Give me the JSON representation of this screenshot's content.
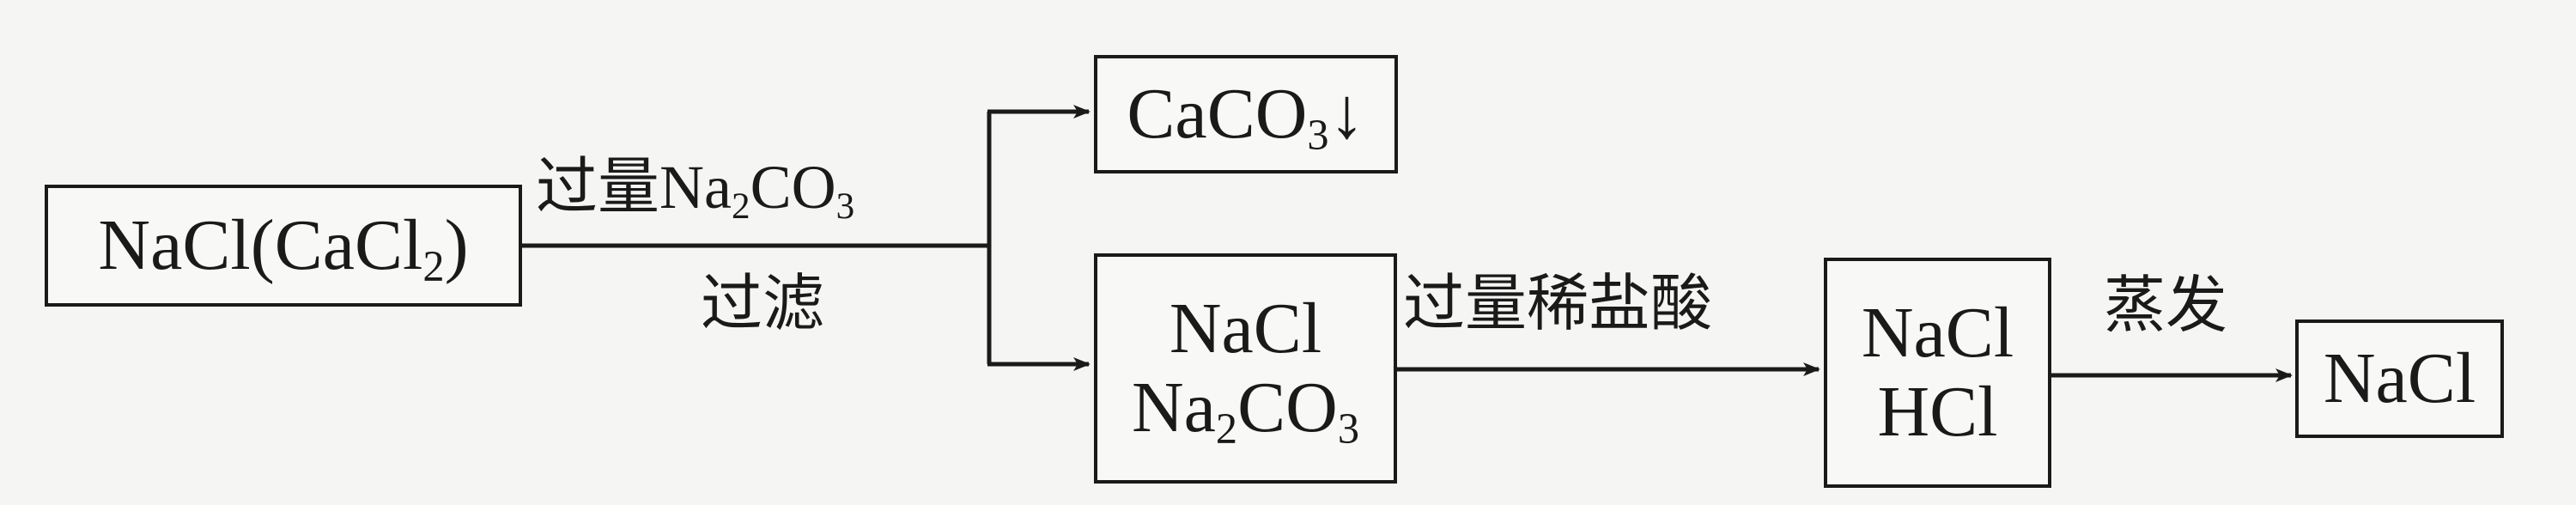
{
  "start": {
    "main": "NaCl(CaCl",
    "sub": "2",
    "tail": ")"
  },
  "step1": {
    "reagent_main": "过量Na",
    "reagent_sub": "2",
    "reagent_mid": "CO",
    "reagent_sub2": "3",
    "operation": "过滤"
  },
  "precipitate": {
    "main": "CaCO",
    "sub": "3",
    "symbol": "↓"
  },
  "filtrate": {
    "line1": "NaCl",
    "line2_a": "Na",
    "line2_sub": "2",
    "line2_b": "CO",
    "line2_sub2": "3"
  },
  "step2": {
    "reagent": "过量稀盐酸"
  },
  "mixture": {
    "line1": "NaCl",
    "line2": "HCl"
  },
  "step3": {
    "operation": "蒸发"
  },
  "product": {
    "label": "NaCl"
  }
}
